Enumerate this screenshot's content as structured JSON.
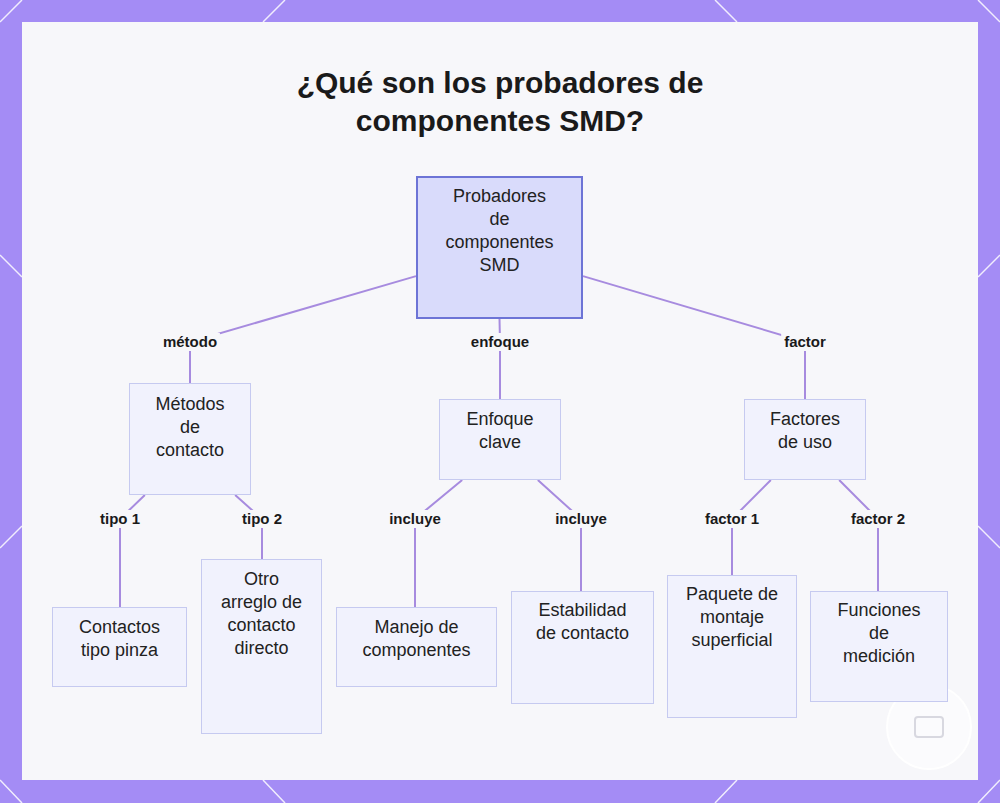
{
  "diagram": {
    "title": "¿Qué son los probadores de componentes SMD?",
    "nodes": [
      {
        "text": [
          "Probadores de componentes SMD"
        ]
      },
      {
        "text": [
          "Métodos de contacto"
        ]
      },
      {
        "text": [
          "Enfoque clave"
        ]
      },
      {
        "text": [
          "Factores de uso"
        ]
      },
      {
        "text": [
          "Contactos tipo pinza"
        ]
      },
      {
        "text": [
          "Otro arreglo de contacto directo"
        ]
      },
      {
        "text": [
          "Manejo de componentes"
        ]
      },
      {
        "text": [
          "Estabilidad de contacto"
        ]
      },
      {
        "text": [
          "Paquete de montaje superficial"
        ]
      },
      {
        "text": [
          "Funciones de medición"
        ]
      }
    ],
    "edges": [
      {
        "from": 0,
        "to": 1,
        "label": "método",
        "arrow": "none"
      },
      {
        "from": 0,
        "to": 2,
        "label": "enfoque",
        "arrow": "none"
      },
      {
        "from": 0,
        "to": 3,
        "label": "factor",
        "arrow": "none"
      },
      {
        "from": 1,
        "to": 4,
        "label": "tipo 1",
        "arrow": "none"
      },
      {
        "from": 1,
        "to": 5,
        "label": "tipo 2",
        "arrow": "none"
      },
      {
        "from": 2,
        "to": 6,
        "label": "incluye",
        "arrow": "none"
      },
      {
        "from": 2,
        "to": 7,
        "label": "incluye",
        "arrow": "none"
      },
      {
        "from": 3,
        "to": 8,
        "label": "factor 1",
        "arrow": "none"
      },
      {
        "from": 3,
        "to": 9,
        "label": "factor 2",
        "arrow": "none"
      }
    ]
  }
}
